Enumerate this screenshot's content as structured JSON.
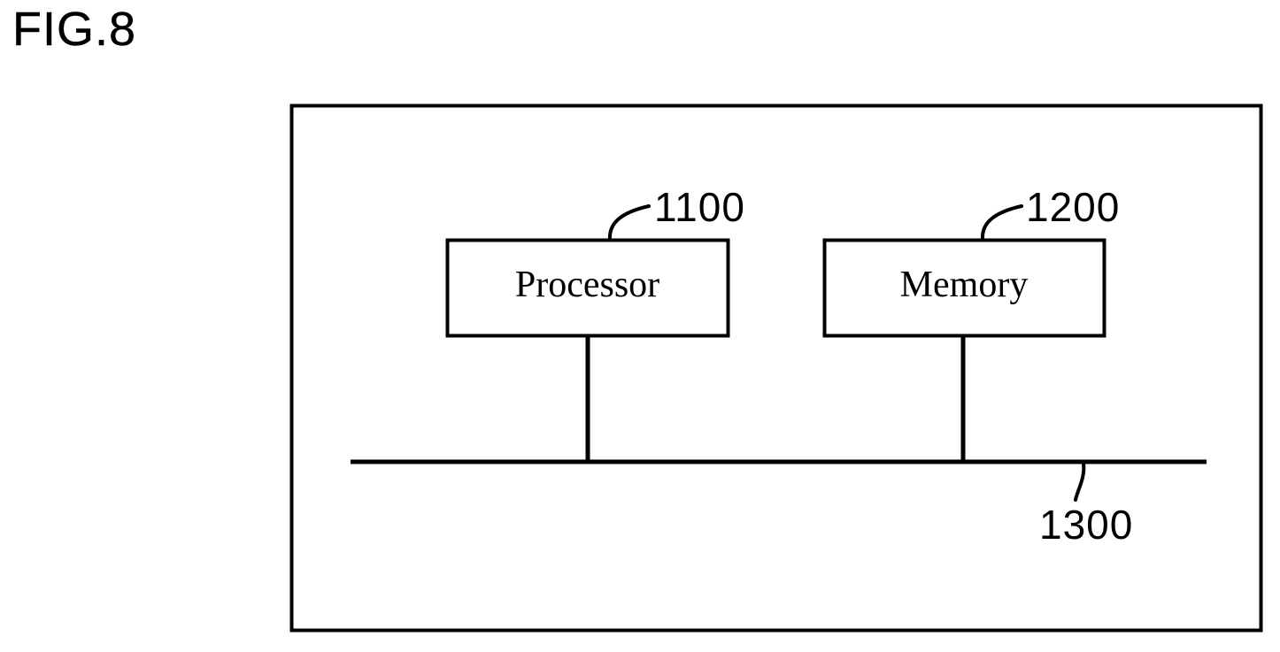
{
  "figure": {
    "title": "FIG.8",
    "domain_type": "patent-block-diagram"
  },
  "diagram": {
    "outer_frame": {
      "name": "apparatus-enclosure",
      "reference_numeral": null
    },
    "blocks": [
      {
        "id": "processor",
        "label": "Processor",
        "reference_numeral": "1100"
      },
      {
        "id": "memory",
        "label": "Memory",
        "reference_numeral": "1200"
      }
    ],
    "bus": {
      "id": "bus",
      "label": "",
      "reference_numeral": "1300"
    },
    "connections": [
      {
        "from": "processor",
        "to": "bus"
      },
      {
        "from": "memory",
        "to": "bus"
      }
    ]
  },
  "style": {
    "line_color": "#000000",
    "background_color": "#ffffff",
    "text_color": "#000000"
  }
}
